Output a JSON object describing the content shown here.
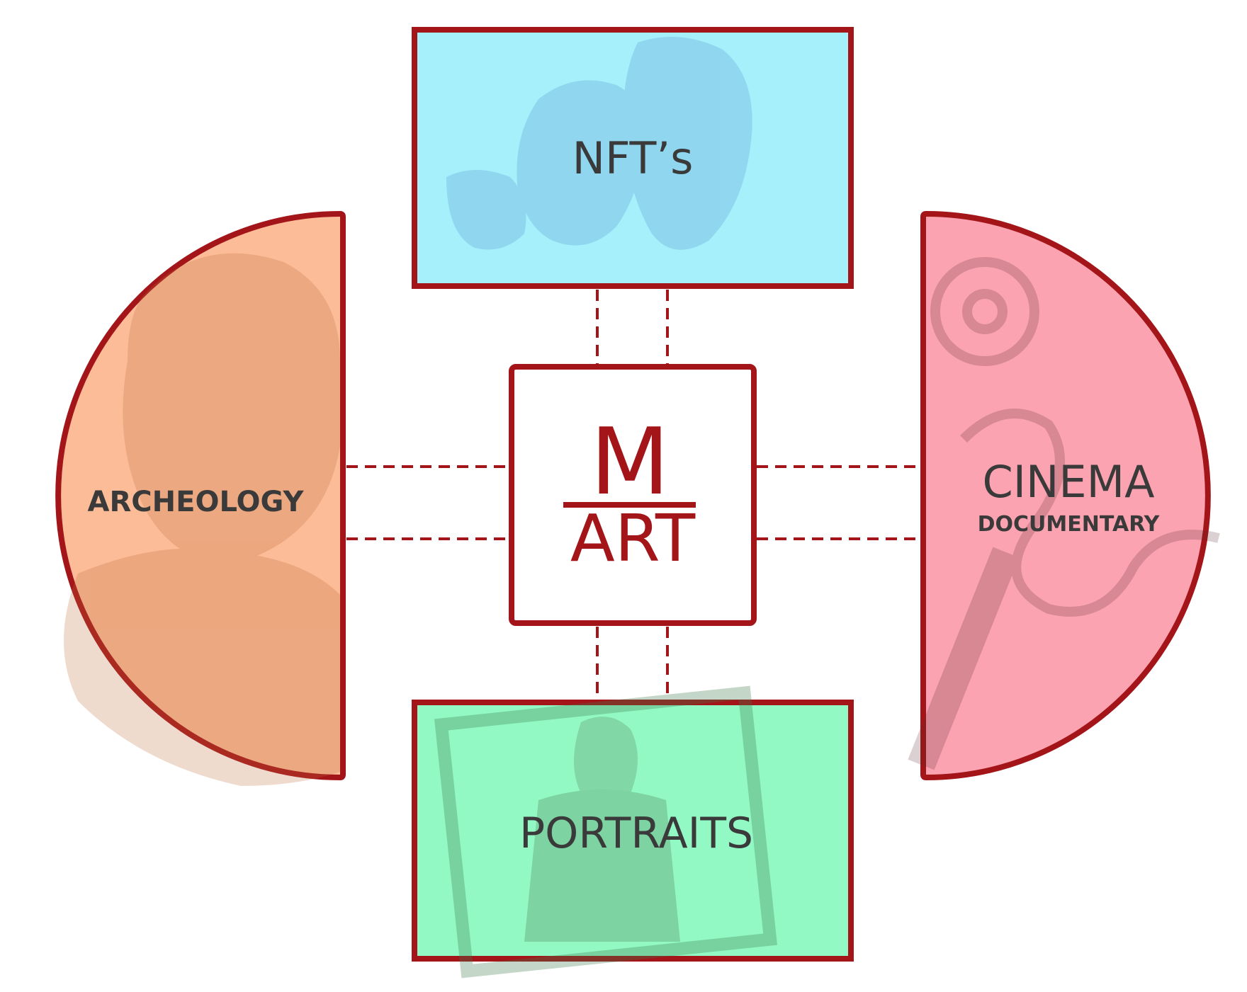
{
  "nodes": {
    "center": {
      "logo_letter": "M",
      "logo_word": "ART",
      "fill": "#ffffff"
    },
    "top": {
      "label": "NFT’s",
      "fill": "#a6f0fc"
    },
    "bottom": {
      "label": "PORTRAITS",
      "fill": "#92f9c5"
    },
    "left": {
      "label": "ARCHEOLOGY",
      "fill": "#fbbc97"
    },
    "right": {
      "label": "CINEMA",
      "sublabel": "DOCUMENTARY",
      "fill": "#fba3b0"
    }
  },
  "colors": {
    "border": "#a31518",
    "text": "#3a3a3a",
    "logo": "#a31518"
  }
}
